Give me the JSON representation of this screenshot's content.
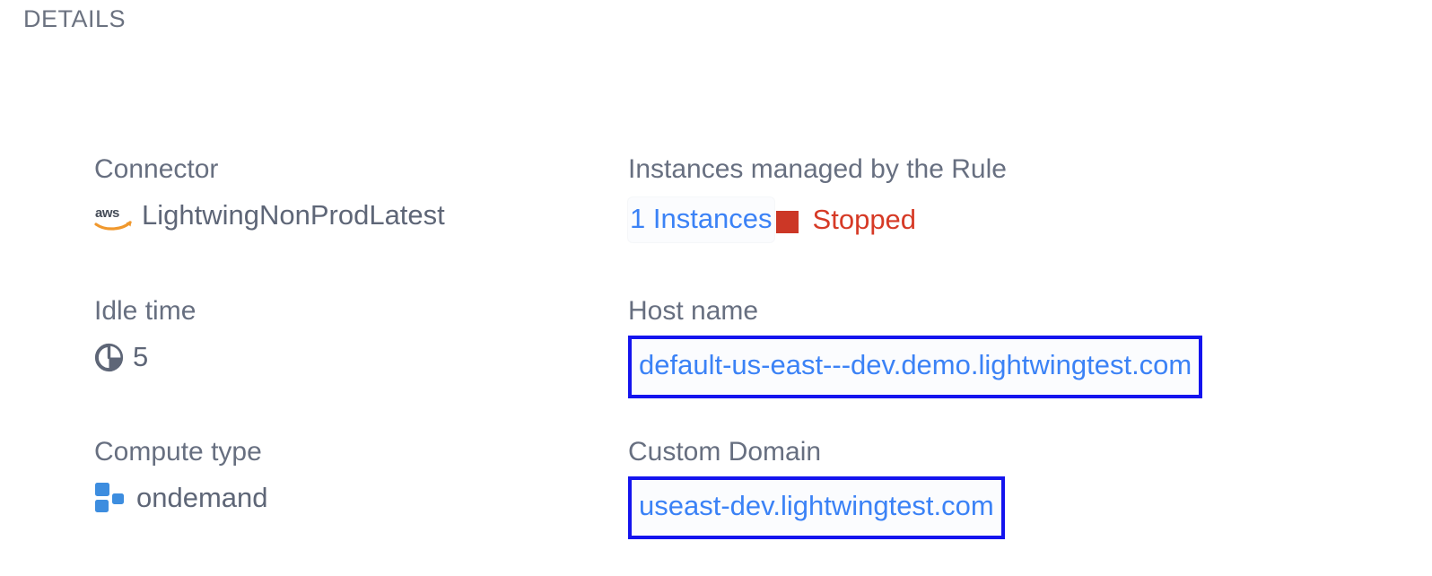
{
  "section": {
    "title": "DETAILS"
  },
  "colors": {
    "label": "#676f80",
    "value": "#5e6677",
    "link": "#3b82f6",
    "highlight_border": "#1414ee",
    "status_stopped": "#d63a26",
    "aws_orange": "#f0982d",
    "compute_blue": "#3d8ddf"
  },
  "left_column": [
    {
      "label": "Connector",
      "value": "LightwingNonProdLatest",
      "icon": "aws-icon"
    },
    {
      "label": "Idle time",
      "value": "5",
      "icon": "clock-icon"
    },
    {
      "label": "Compute type",
      "value": "ondemand",
      "icon": "compute-blocks-icon"
    }
  ],
  "right_column": {
    "instances": {
      "label": "Instances managed by the Rule",
      "count_text": "1 Instances",
      "status": "Stopped",
      "status_swatch": "stopped-square-icon"
    },
    "host_name": {
      "label": "Host name",
      "value": "default-us-east---dev.demo.lightwingtest.com"
    },
    "custom_domain": {
      "label": "Custom Domain",
      "value": "useast-dev.lightwingtest.com"
    }
  }
}
